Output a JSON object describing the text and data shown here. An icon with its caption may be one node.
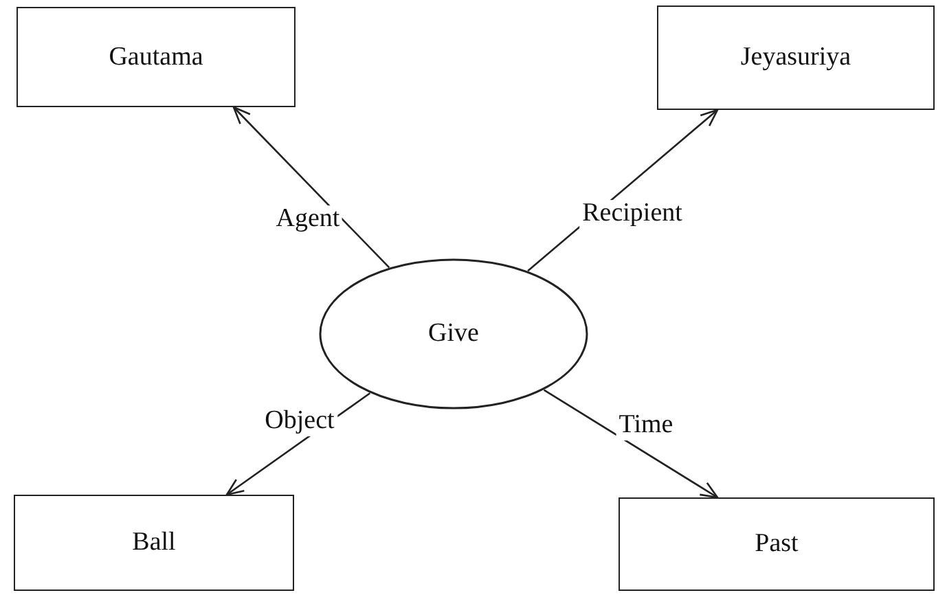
{
  "diagram": {
    "nodes": [
      {
        "text": [
          "Gautama"
        ]
      },
      {
        "text": [
          "Jeyasuriya"
        ]
      },
      {
        "text": [
          "Give"
        ]
      },
      {
        "text": [
          "Ball"
        ]
      },
      {
        "text": [
          "Past"
        ]
      }
    ],
    "edges": [
      {
        "from": 2,
        "to": 0,
        "arrow": "to",
        "label": "Agent"
      },
      {
        "from": 2,
        "to": 1,
        "arrow": "to",
        "label": "Recipient"
      },
      {
        "from": 2,
        "to": 3,
        "arrow": "to",
        "label": "Object"
      },
      {
        "from": 2,
        "to": 4,
        "arrow": "to",
        "label": "Time"
      }
    ]
  }
}
